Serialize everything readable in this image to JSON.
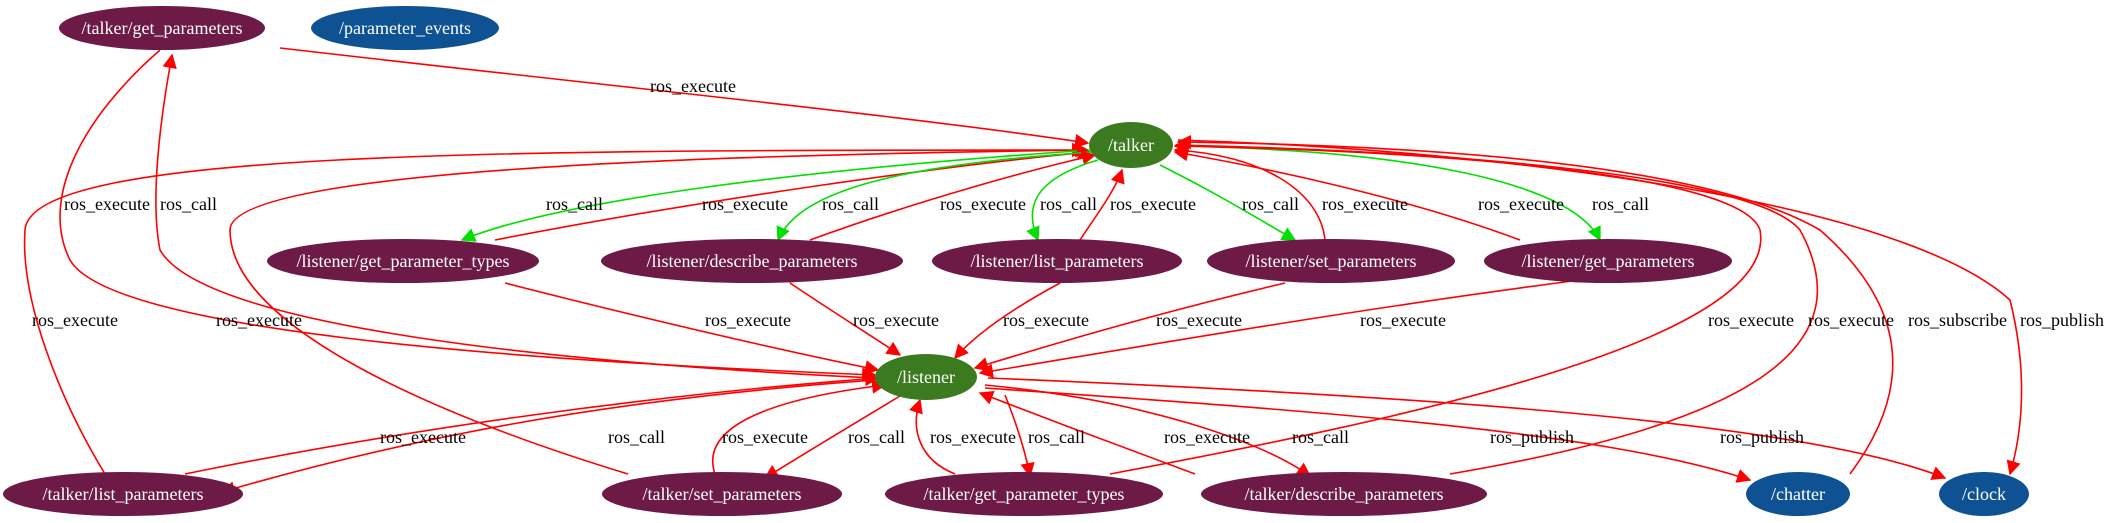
{
  "colors": {
    "service": "#6d1a47",
    "node": "#3b7a1e",
    "topic": "#0f5294",
    "edge_red": "#ff0000",
    "edge_green": "#00e000",
    "label_text": "#ffffff",
    "edge_text": "#000000"
  },
  "nodes": {
    "talker_get_parameters": "/talker/get_parameters",
    "parameter_events": "/parameter_events",
    "talker": "/talker",
    "listener_get_parameter_types": "/listener/get_parameter_types",
    "listener_describe_parameters": "/listener/describe_parameters",
    "listener_list_parameters": "/listener/list_parameters",
    "listener_set_parameters": "/listener/set_parameters",
    "listener_get_parameters": "/listener/get_parameters",
    "listener": "/listener",
    "talker_list_parameters": "/talker/list_parameters",
    "talker_set_parameters": "/talker/set_parameters",
    "talker_get_parameter_types": "/talker/get_parameter_types",
    "talker_describe_parameters": "/talker/describe_parameters",
    "chatter": "/chatter",
    "clock": "/clock"
  },
  "edge_labels": {
    "ros_execute": "ros_execute",
    "ros_call": "ros_call",
    "ros_publish": "ros_publish",
    "ros_subscribe": "ros_subscribe"
  }
}
